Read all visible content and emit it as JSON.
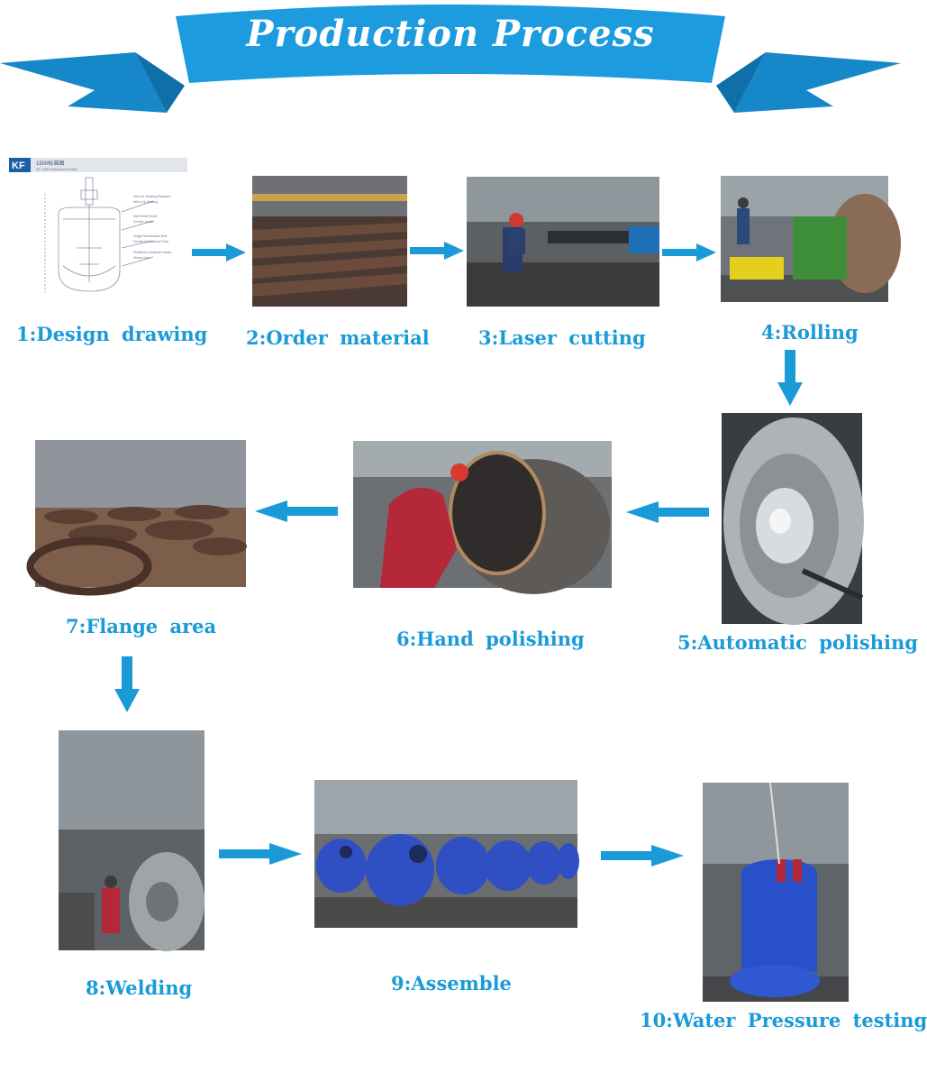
{
  "header": {
    "title": "Production Process"
  },
  "colors": {
    "accent": "#1a9bd7",
    "banner": "#1d9bdf",
    "banner_dark": "#0f6fa8"
  },
  "drawing": {
    "badge": "KF",
    "heading": "1500标准图",
    "subheading": "KF-1500 standard models",
    "notes": [
      "Wire for Heating Restraint",
      "Wind Up Heating",
      "Soft Relief Mode",
      "Double Jacket",
      "Single Mechanical Seal",
      "Double Mechanical Seal",
      "Sheathed Electrical Heater",
      "Steam Inlet"
    ]
  },
  "steps": [
    {
      "label": "1:Design drawing",
      "image": "design-drawing-image"
    },
    {
      "label": "2:Order material",
      "image": "steel-plates-image"
    },
    {
      "label": "3:Laser cutting",
      "image": "laser-cutting-image"
    },
    {
      "label": "4:Rolling",
      "image": "rolling-machine-image"
    },
    {
      "label": "5:Automatic polishing",
      "image": "vessel-interior-image"
    },
    {
      "label": "6:Hand polishing",
      "image": "hand-polishing-image"
    },
    {
      "label": "7:Flange area",
      "image": "flange-heads-image"
    },
    {
      "label": "8:Welding",
      "image": "welding-image"
    },
    {
      "label": "9:Assemble",
      "image": "blue-reactors-image"
    },
    {
      "label": "10:Water Pressure testing",
      "image": "pressure-testing-image"
    }
  ],
  "arrows": [
    "right-arrow",
    "right-arrow",
    "right-arrow",
    "down-arrow",
    "left-arrow",
    "left-arrow",
    "down-arrow",
    "right-arrow",
    "right-arrow"
  ]
}
